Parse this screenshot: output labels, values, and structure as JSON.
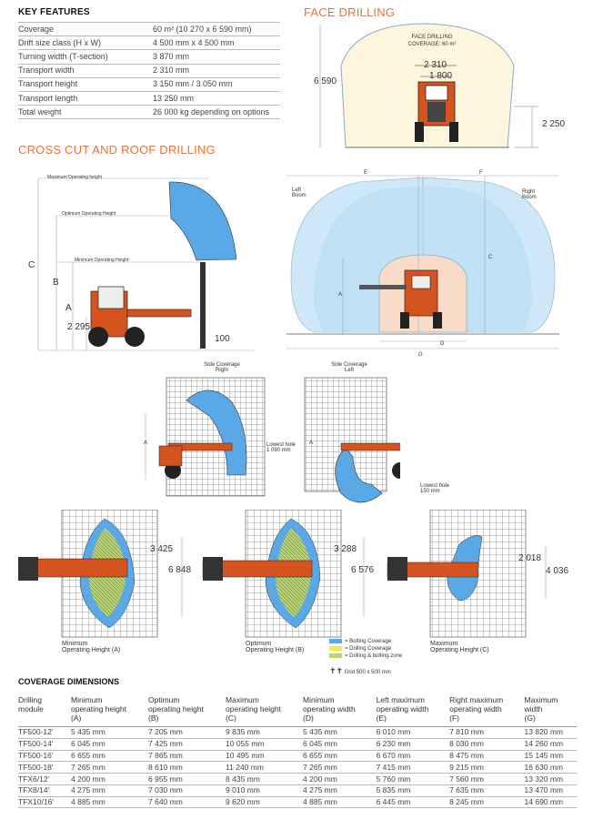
{
  "key_features": {
    "title": "KEY FEATURES",
    "rows": [
      {
        "label": "Coverage",
        "value": "60 m² (10 270 x 6 590 mm)"
      },
      {
        "label": "Drift size class (H x W)",
        "value": "4 500 mm x 4 500 mm"
      },
      {
        "label": "Turning width (T-section)",
        "value": "3 870 mm"
      },
      {
        "label": "Transport width",
        "value": "2 310 mm"
      },
      {
        "label": "Transport height",
        "value": "3 150 mm / 3 050 mm"
      },
      {
        "label": "Transport length",
        "value": "13 250 mm"
      },
      {
        "label": "Total weight",
        "value": "26 000 kg depending on options"
      }
    ]
  },
  "face_drilling": {
    "title": "FACE DRILLING",
    "caption_line1": "FACE DRILLING",
    "caption_line2": "COVERAGE: 60 m²",
    "dim_width": "2 310",
    "dim_inner": "1 800",
    "dim_height": "6 590",
    "dim_low": "2 250"
  },
  "cross_cut": {
    "title": "CROSS CUT AND ROOF DRILLING",
    "max_height": "Maximum Operating height",
    "opt_height": "Optimum Operating Height",
    "min_height": "Minimum Operating Height",
    "C": "C",
    "B": "B",
    "A": "A",
    "dim_2295": "2 295",
    "dim_100": "100"
  },
  "front_view": {
    "E": "E",
    "F": "F",
    "G": "G",
    "D": "D",
    "C": "C",
    "A": "A",
    "left_boom": "Left\nBoom",
    "right_boom": "Right\nBoom"
  },
  "side_coverage": {
    "right_title": "Side Coverage\nRight",
    "left_title": "Side Coverage\nLeft",
    "A1": "A",
    "A2": "A",
    "lowest_right": "Lowest hole\n1 090 mm",
    "lowest_left": "Lowest hole\n150 mm"
  },
  "grid_views": [
    {
      "caption": "Minimum\nOperating Height (A)",
      "d1": "3 425",
      "d2": "6 848"
    },
    {
      "caption": "Optimum\nOperating Height (B)",
      "d1": "3 288",
      "d2": "6 576"
    },
    {
      "caption": "Maximum\nOperating Height (C)",
      "d1": "2 018",
      "d2": "4 036"
    }
  ],
  "legend": {
    "bolting": "= Bolting Coverage",
    "drilling": "= Drilling Coverage",
    "both": "= Drilling & bolting zone",
    "grid": "Grid 500 x 500 mm"
  },
  "colors": {
    "accent": "#e8743b",
    "blue": "#5aa9e6",
    "lightblue": "#cfe8f7",
    "yellow": "#f2e66b",
    "green": "#b8d66a",
    "cream": "#fdf6dc"
  },
  "coverage": {
    "title": "COVERAGE DIMENSIONS",
    "headers": [
      "Drilling\nmodule",
      "Minimum\noperating height\n(A)",
      "Optimum\noperating height\n(B)",
      "Maximum\noperating height\n(C)",
      "Minimum\noperating width\n(D)",
      "Left maximum\noperating width\n(E)",
      "Right maximum\noperating width\n(F)",
      "Maximum\nwidth\n(G)"
    ],
    "rows": [
      [
        "TF500-12'",
        "5 435 mm",
        "7 205 mm",
        "9 835 mm",
        "5 435 mm",
        "6 010 mm",
        "7 810 mm",
        "13 820 mm"
      ],
      [
        "TF500-14'",
        "6 045 mm",
        "7 425 mm",
        "10 055 mm",
        "6 045 mm",
        "6 230 mm",
        "8 030 mm",
        "14 260 mm"
      ],
      [
        "TF500-16'",
        "6 655 mm",
        "7 865 mm",
        "10 495 mm",
        "6 655 mm",
        "6 670 mm",
        "8 475 mm",
        "15 145 mm"
      ],
      [
        "TF500-18'",
        "7 265 mm",
        "8 610 mm",
        "11 240 mm",
        "7 265 mm",
        "7 415 mm",
        "9 215 mm",
        "16 630 mm"
      ],
      [
        "TFX6/12'",
        "4 200 mm",
        "6 955 mm",
        "8 435 mm",
        "4 200 mm",
        "5 760 mm",
        "7 560 mm",
        "13 320 mm"
      ],
      [
        "TFX8/14'",
        "4 275 mm",
        "7 030 mm",
        "9 010 mm",
        "4 275 mm",
        "5 835 mm",
        "7 635 mm",
        "13 470 mm"
      ],
      [
        "TFX10/16'",
        "4 885 mm",
        "7 640 mm",
        "9 620 mm",
        "4 885 mm",
        "6 445 mm",
        "8 245 mm",
        "14 690 mm"
      ]
    ]
  }
}
